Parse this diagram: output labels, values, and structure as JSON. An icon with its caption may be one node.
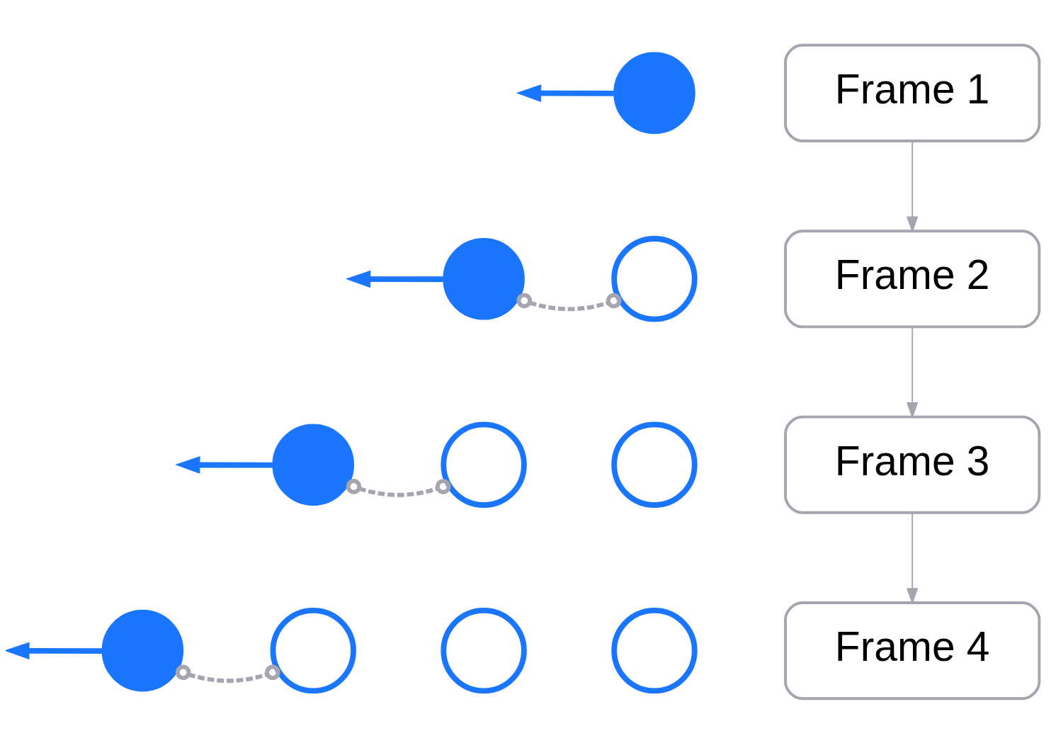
{
  "diagram": {
    "nodes": [
      {
        "text": [],
        "shape": "circle"
      },
      {
        "text": [
          "Frame 1"
        ]
      },
      {
        "text": [],
        "shape": "circle"
      },
      {
        "text": [],
        "shape": "circle"
      },
      {
        "text": [
          "Frame 2"
        ]
      },
      {
        "text": [],
        "shape": "circle"
      },
      {
        "text": [],
        "shape": "circle"
      },
      {
        "text": [],
        "shape": "circle"
      },
      {
        "text": [
          "Frame 3"
        ]
      },
      {
        "text": [],
        "shape": "circle"
      },
      {
        "text": [],
        "shape": "circle"
      },
      {
        "text": [],
        "shape": "circle"
      },
      {
        "text": [],
        "shape": "circle"
      },
      {
        "text": [
          "Frame 4"
        ]
      }
    ],
    "edges": [
      {
        "from": 1,
        "to": 4,
        "arrow": "to"
      },
      {
        "from": 4,
        "to": 8,
        "arrow": "to"
      },
      {
        "from": 8,
        "to": 13,
        "arrow": "to"
      },
      {
        "from": 0,
        "to": null,
        "arrow": "to",
        "color": "#1a75ff"
      },
      {
        "from": 2,
        "to": null,
        "arrow": "to",
        "color": "#1a75ff"
      },
      {
        "from": 5,
        "to": null,
        "arrow": "to",
        "color": "#1a75ff"
      },
      {
        "from": 9,
        "to": null,
        "arrow": "to",
        "color": "#1a75ff"
      },
      {
        "from": 2,
        "to": 3,
        "arrow": "other",
        "style": "dashed"
      },
      {
        "from": 5,
        "to": 6,
        "arrow": "other",
        "style": "dashed"
      },
      {
        "from": 9,
        "to": 10,
        "arrow": "other",
        "style": "dashed"
      }
    ]
  }
}
